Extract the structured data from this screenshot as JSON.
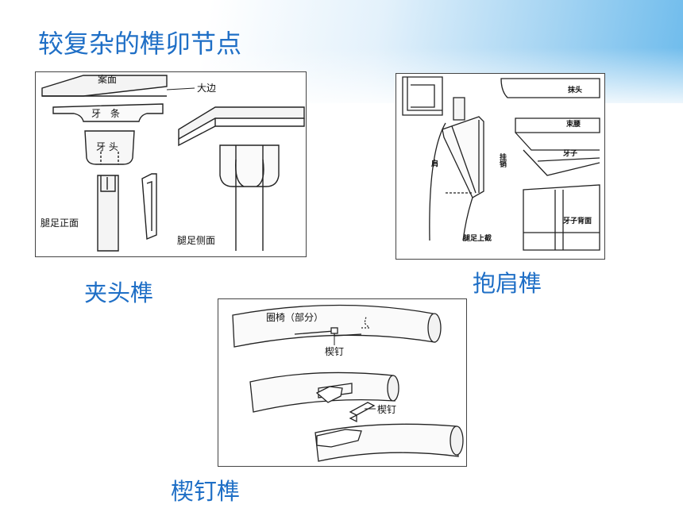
{
  "slide": {
    "title": "较复杂的榫卯节点"
  },
  "figures": [
    {
      "caption": "夹头榫",
      "labels": {
        "table_top": "案面",
        "big_edge": "大边",
        "apron": "牙　条",
        "spandrel": "牙 头",
        "leg_front": "腿足正面",
        "leg_side": "腿足侧面"
      }
    },
    {
      "caption": "抱肩榫",
      "labels": {
        "mo_tou": "抹头",
        "shu_yao": "束腰",
        "ya_zi": "牙子",
        "ya_zi_back": "牙子背面",
        "jian": "肩",
        "gua_xiao": "挂销",
        "leg_top": "腿足上截"
      }
    },
    {
      "caption": "楔钉榫",
      "labels": {
        "armrest": "圈椅（部分）",
        "wedge_pin_1": "楔钉",
        "wedge_pin_2": "楔钉"
      }
    }
  ]
}
